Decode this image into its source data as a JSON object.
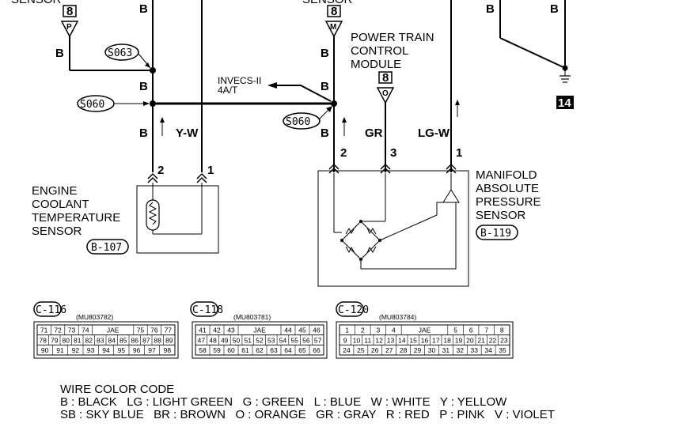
{
  "top_labels": {
    "left_sensor": "SENSOR",
    "right_sensor": "SENSOR"
  },
  "connectors": {
    "left_top": "8",
    "center_top": "8",
    "pcm": "8"
  },
  "terminal_letters": {
    "left": "P",
    "center": "M",
    "pcm": "O"
  },
  "wires": {
    "b": "B",
    "yw": "Y-W",
    "gr": "GR",
    "lgw": "LG-W"
  },
  "splices": {
    "s063": "S063",
    "s060_left": "S060",
    "s060_right": "S060"
  },
  "pins": {
    "p1": "1",
    "p2": "2",
    "p3": "3"
  },
  "pcm": {
    "line1": "POWER TRAIN",
    "line2": "CONTROL",
    "line3": "MODULE"
  },
  "invecs": {
    "line1": "INVECS-II",
    "line2": "4A/T"
  },
  "ground_id": "14",
  "ect": {
    "line1": "ENGINE",
    "line2": "COOLANT",
    "line3": "TEMPERATURE",
    "line4": "SENSOR",
    "code": "B-107"
  },
  "map": {
    "line1": "MANIFOLD",
    "line2": "ABSOLUTE",
    "line3": "PRESSURE",
    "line4": "SENSOR",
    "code": "B-119"
  },
  "connector_tables": [
    {
      "title": "C-116",
      "part": "(MU803782)",
      "rows": [
        [
          "71",
          "72",
          "73",
          "74",
          "JAE",
          "75",
          "76",
          "77"
        ],
        [
          "78",
          "79",
          "80",
          "81",
          "82",
          "83",
          "84",
          "85",
          "86",
          "87",
          "88",
          "89"
        ],
        [
          "90",
          "91",
          "92",
          "93",
          "94",
          "95",
          "96",
          "97",
          "98"
        ]
      ]
    },
    {
      "title": "C-118",
      "part": "(MU803781)",
      "rows": [
        [
          "41",
          "42",
          "43",
          "JAE",
          "44",
          "45",
          "46"
        ],
        [
          "47",
          "48",
          "49",
          "50",
          "51",
          "52",
          "53",
          "54",
          "55",
          "56",
          "57"
        ],
        [
          "58",
          "59",
          "60",
          "61",
          "62",
          "63",
          "64",
          "65",
          "66"
        ]
      ]
    },
    {
      "title": "C-120",
      "part": "(MU803784)",
      "rows": [
        [
          "1",
          "2",
          "3",
          "4",
          "JAE",
          "5",
          "6",
          "7",
          "8"
        ],
        [
          "9",
          "10",
          "11",
          "12",
          "13",
          "14",
          "15",
          "16",
          "17",
          "18",
          "19",
          "20",
          "21",
          "22",
          "23"
        ],
        [
          "24",
          "25",
          "26",
          "27",
          "28",
          "29",
          "30",
          "31",
          "32",
          "33",
          "34",
          "35"
        ]
      ]
    }
  ],
  "wire_color_code": {
    "title": "WIRE COLOR CODE",
    "line1": "B : BLACK   LG : LIGHT GREEN   G : GREEN   L : BLUE   W : WHITE   Y : YELLOW",
    "line2": "SB : SKY BLUE   BR : BROWN   O : ORANGE   GR : GRAY   R : RED   P : PINK   V : VIOLET"
  }
}
